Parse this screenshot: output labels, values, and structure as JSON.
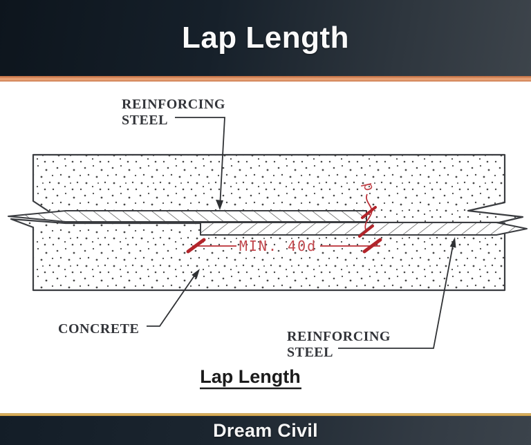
{
  "header": {
    "title": "Lap Length"
  },
  "footer": {
    "brand": "Dream Civil"
  },
  "diagram": {
    "caption": "Lap Length",
    "labels": {
      "top_steel_line1": "REINFORCING",
      "top_steel_line2": "STEEL",
      "concrete": "CONCRETE",
      "bottom_steel_line1": "REINFORCING",
      "bottom_steel_line2": "STEEL"
    },
    "dimension": {
      "min_lap": "MIN. 40d",
      "bar_diameter": "d"
    },
    "colors": {
      "annotation_red": "#c2474d",
      "tick_red": "#b2242a",
      "drawing_line": "#3a3c40",
      "accent_orange": "#d98a5d",
      "accent_gold": "#d5a752",
      "header_dark": "#121c26"
    }
  }
}
